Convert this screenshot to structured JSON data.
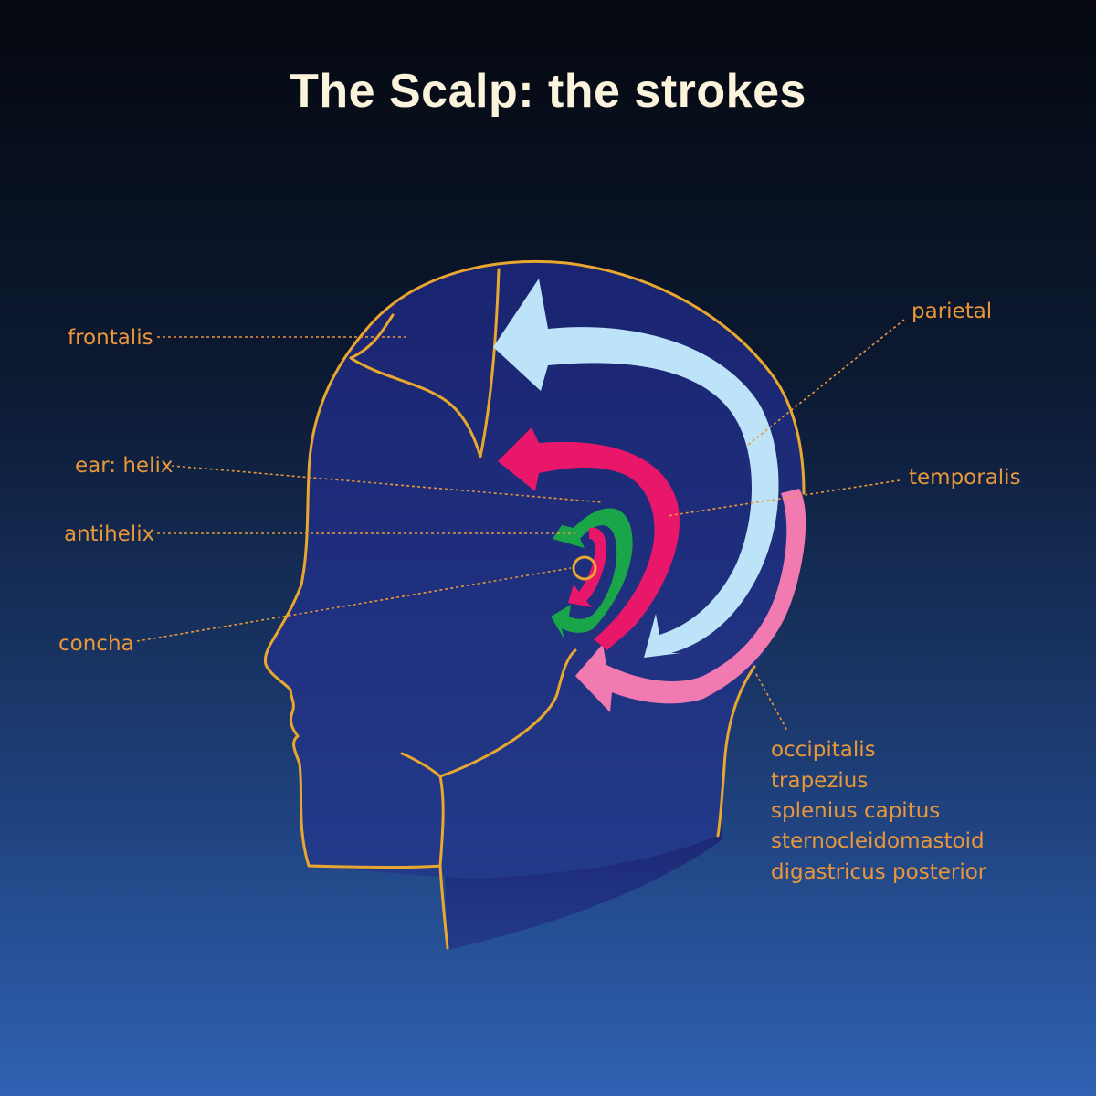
{
  "title": "The Scalp: the strokes",
  "labels": {
    "frontalis": "frontalis",
    "ear_helix": "ear: helix",
    "antihelix": "antihelix",
    "concha": "concha",
    "parietal": "parietal",
    "temporalis": "temporalis",
    "occipital_group": [
      "occipitalis",
      "trapezius",
      "splenius capitus",
      "sternocleidomastoid",
      "digastricus posterior"
    ]
  },
  "colors": {
    "label": "#e9973a",
    "outline": "#e8a72e",
    "head_fill": "#1f2a78",
    "arrow_parietal": "#bde3f8",
    "arrow_temporalis": "#e8176a",
    "arrow_occipital": "#f17ab0",
    "arrow_antihelix": "#1aa548",
    "arrow_concha": "#e8176a"
  }
}
